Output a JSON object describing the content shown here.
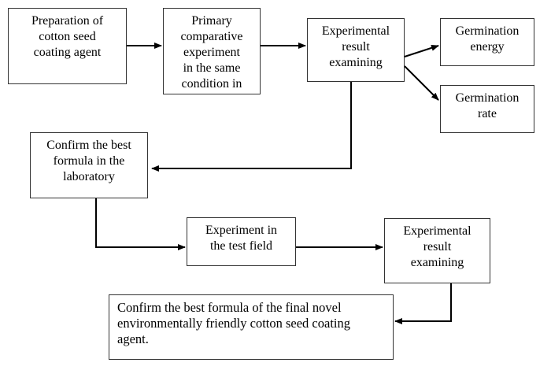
{
  "nodes": {
    "preparation": "Preparation of\ncotton seed\ncoating agent",
    "primary_experiment": "Primary\ncomparative\nexperiment\nin the same\ncondition in",
    "result_examining_1": "Experimental\nresult\nexamining",
    "germination_energy": "Germination\nenergy",
    "germination_rate": "Germination\nrate",
    "confirm_laboratory": "Confirm the best\nformula in the\nlaboratory",
    "test_field": "Experiment in\nthe test field",
    "result_examining_2": "Experimental\nresult\nexamining",
    "final_formula": "Confirm the best formula of the final novel\nenvironmentally friendly cotton seed coating\nagent."
  }
}
